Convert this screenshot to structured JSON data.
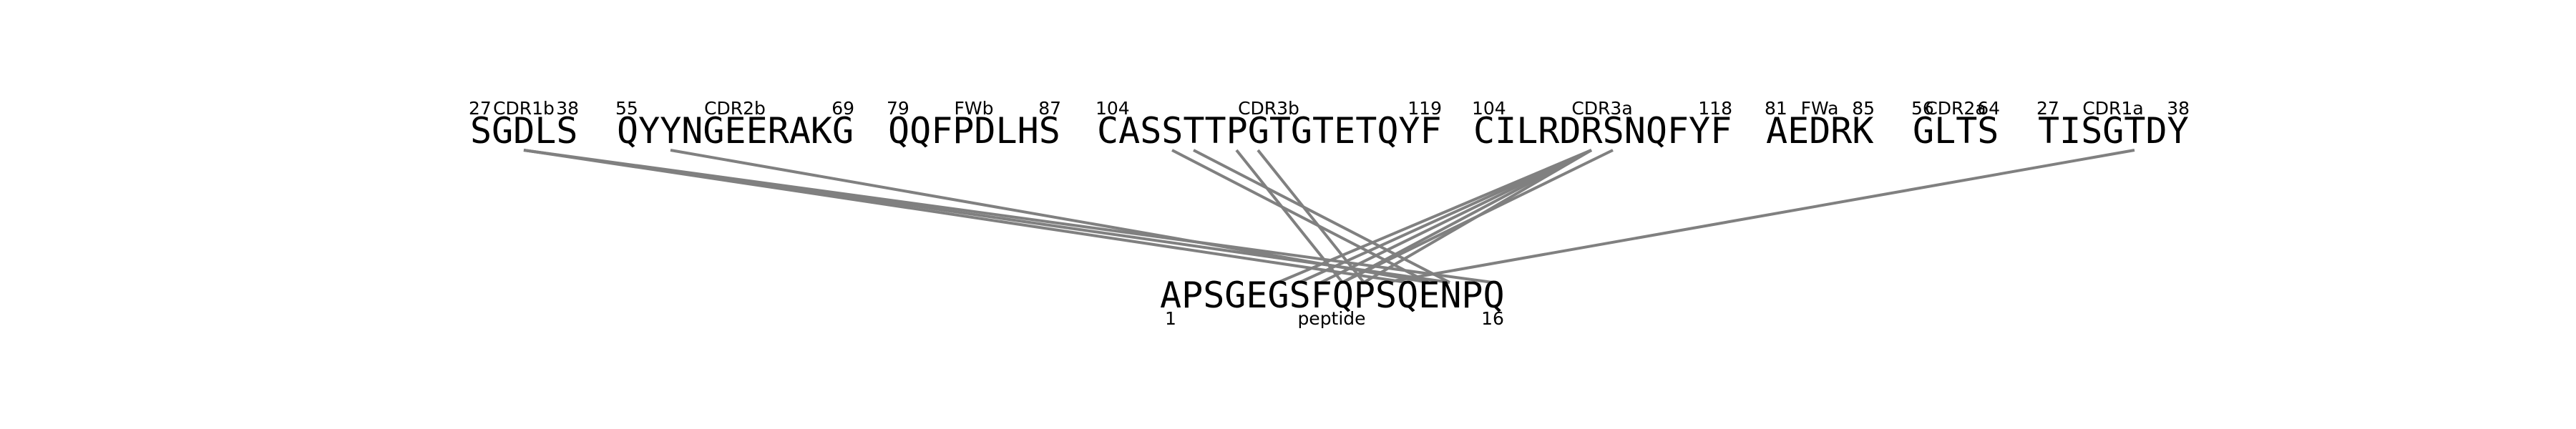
{
  "segments": [
    {
      "name": "CDR1b",
      "sequence": "SGDLS",
      "start": "27",
      "end": "38"
    },
    {
      "name": "CDR2b",
      "sequence": "QYYNGEERAKG",
      "start": "55",
      "end": "69"
    },
    {
      "name": "FWb",
      "sequence": "QQFPDLHS",
      "start": "79",
      "end": "87"
    },
    {
      "name": "CDR3b",
      "sequence": "CASSTTPGTGTETQYF",
      "start": "104",
      "end": "119"
    },
    {
      "name": "CDR3a",
      "sequence": "CILRDRSNQFYF",
      "start": "104",
      "end": "118"
    },
    {
      "name": "FWa",
      "sequence": "AEDRK",
      "start": "81",
      "end": "85"
    },
    {
      "name": "CDR2a",
      "sequence": "GLTS",
      "start": "56",
      "end": "64"
    },
    {
      "name": "CDR1a",
      "sequence": "TISGTDY",
      "start": "27",
      "end": "38"
    }
  ],
  "peptide": {
    "name": "peptide",
    "sequence": "APSGEGSFQPSQENPQ",
    "start": "1",
    "end": "16"
  },
  "contacts": [
    {
      "segment": 0,
      "residue": 2,
      "peptide_residue": 11
    },
    {
      "segment": 0,
      "residue": 2,
      "peptide_residue": 13
    },
    {
      "segment": 0,
      "residue": 2,
      "peptide_residue": 15
    },
    {
      "segment": 1,
      "residue": 2,
      "peptide_residue": 12
    },
    {
      "segment": 3,
      "residue": 3,
      "peptide_residue": 12
    },
    {
      "segment": 3,
      "residue": 4,
      "peptide_residue": 13
    },
    {
      "segment": 3,
      "residue": 6,
      "peptide_residue": 8
    },
    {
      "segment": 3,
      "residue": 7,
      "peptide_residue": 9
    },
    {
      "segment": 4,
      "residue": 5,
      "peptide_residue": 5
    },
    {
      "segment": 4,
      "residue": 5,
      "peptide_residue": 6
    },
    {
      "segment": 4,
      "residue": 5,
      "peptide_residue": 7
    },
    {
      "segment": 4,
      "residue": 5,
      "peptide_residue": 8
    },
    {
      "segment": 4,
      "residue": 5,
      "peptide_residue": 9
    },
    {
      "segment": 4,
      "residue": 6,
      "peptide_residue": 8
    },
    {
      "segment": 7,
      "residue": 4,
      "peptide_residue": 10
    }
  ]
}
